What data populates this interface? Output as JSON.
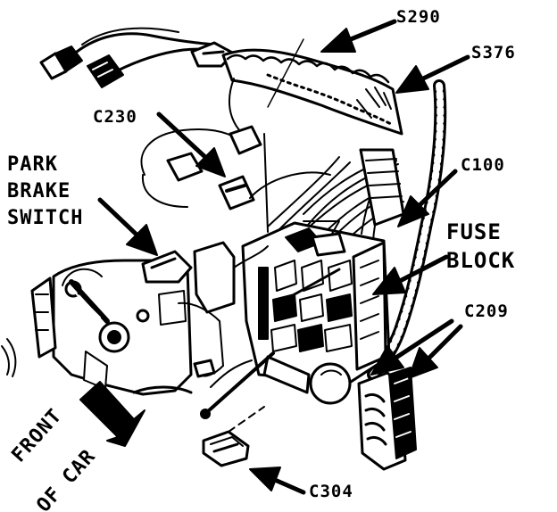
{
  "labels": {
    "s290": "S290",
    "s376": "S376",
    "c230": "C230",
    "c100": "C100",
    "c209": "C209",
    "c304": "C304",
    "park_brake_switch": [
      "PARK",
      "BRAKE",
      "SWITCH"
    ],
    "fuse_block": [
      "FUSE",
      "BLOCK"
    ],
    "front_of_car": [
      "FRONT",
      "OF CAR"
    ]
  },
  "colors": {
    "ink": "#000000",
    "paper": "#ffffff"
  }
}
